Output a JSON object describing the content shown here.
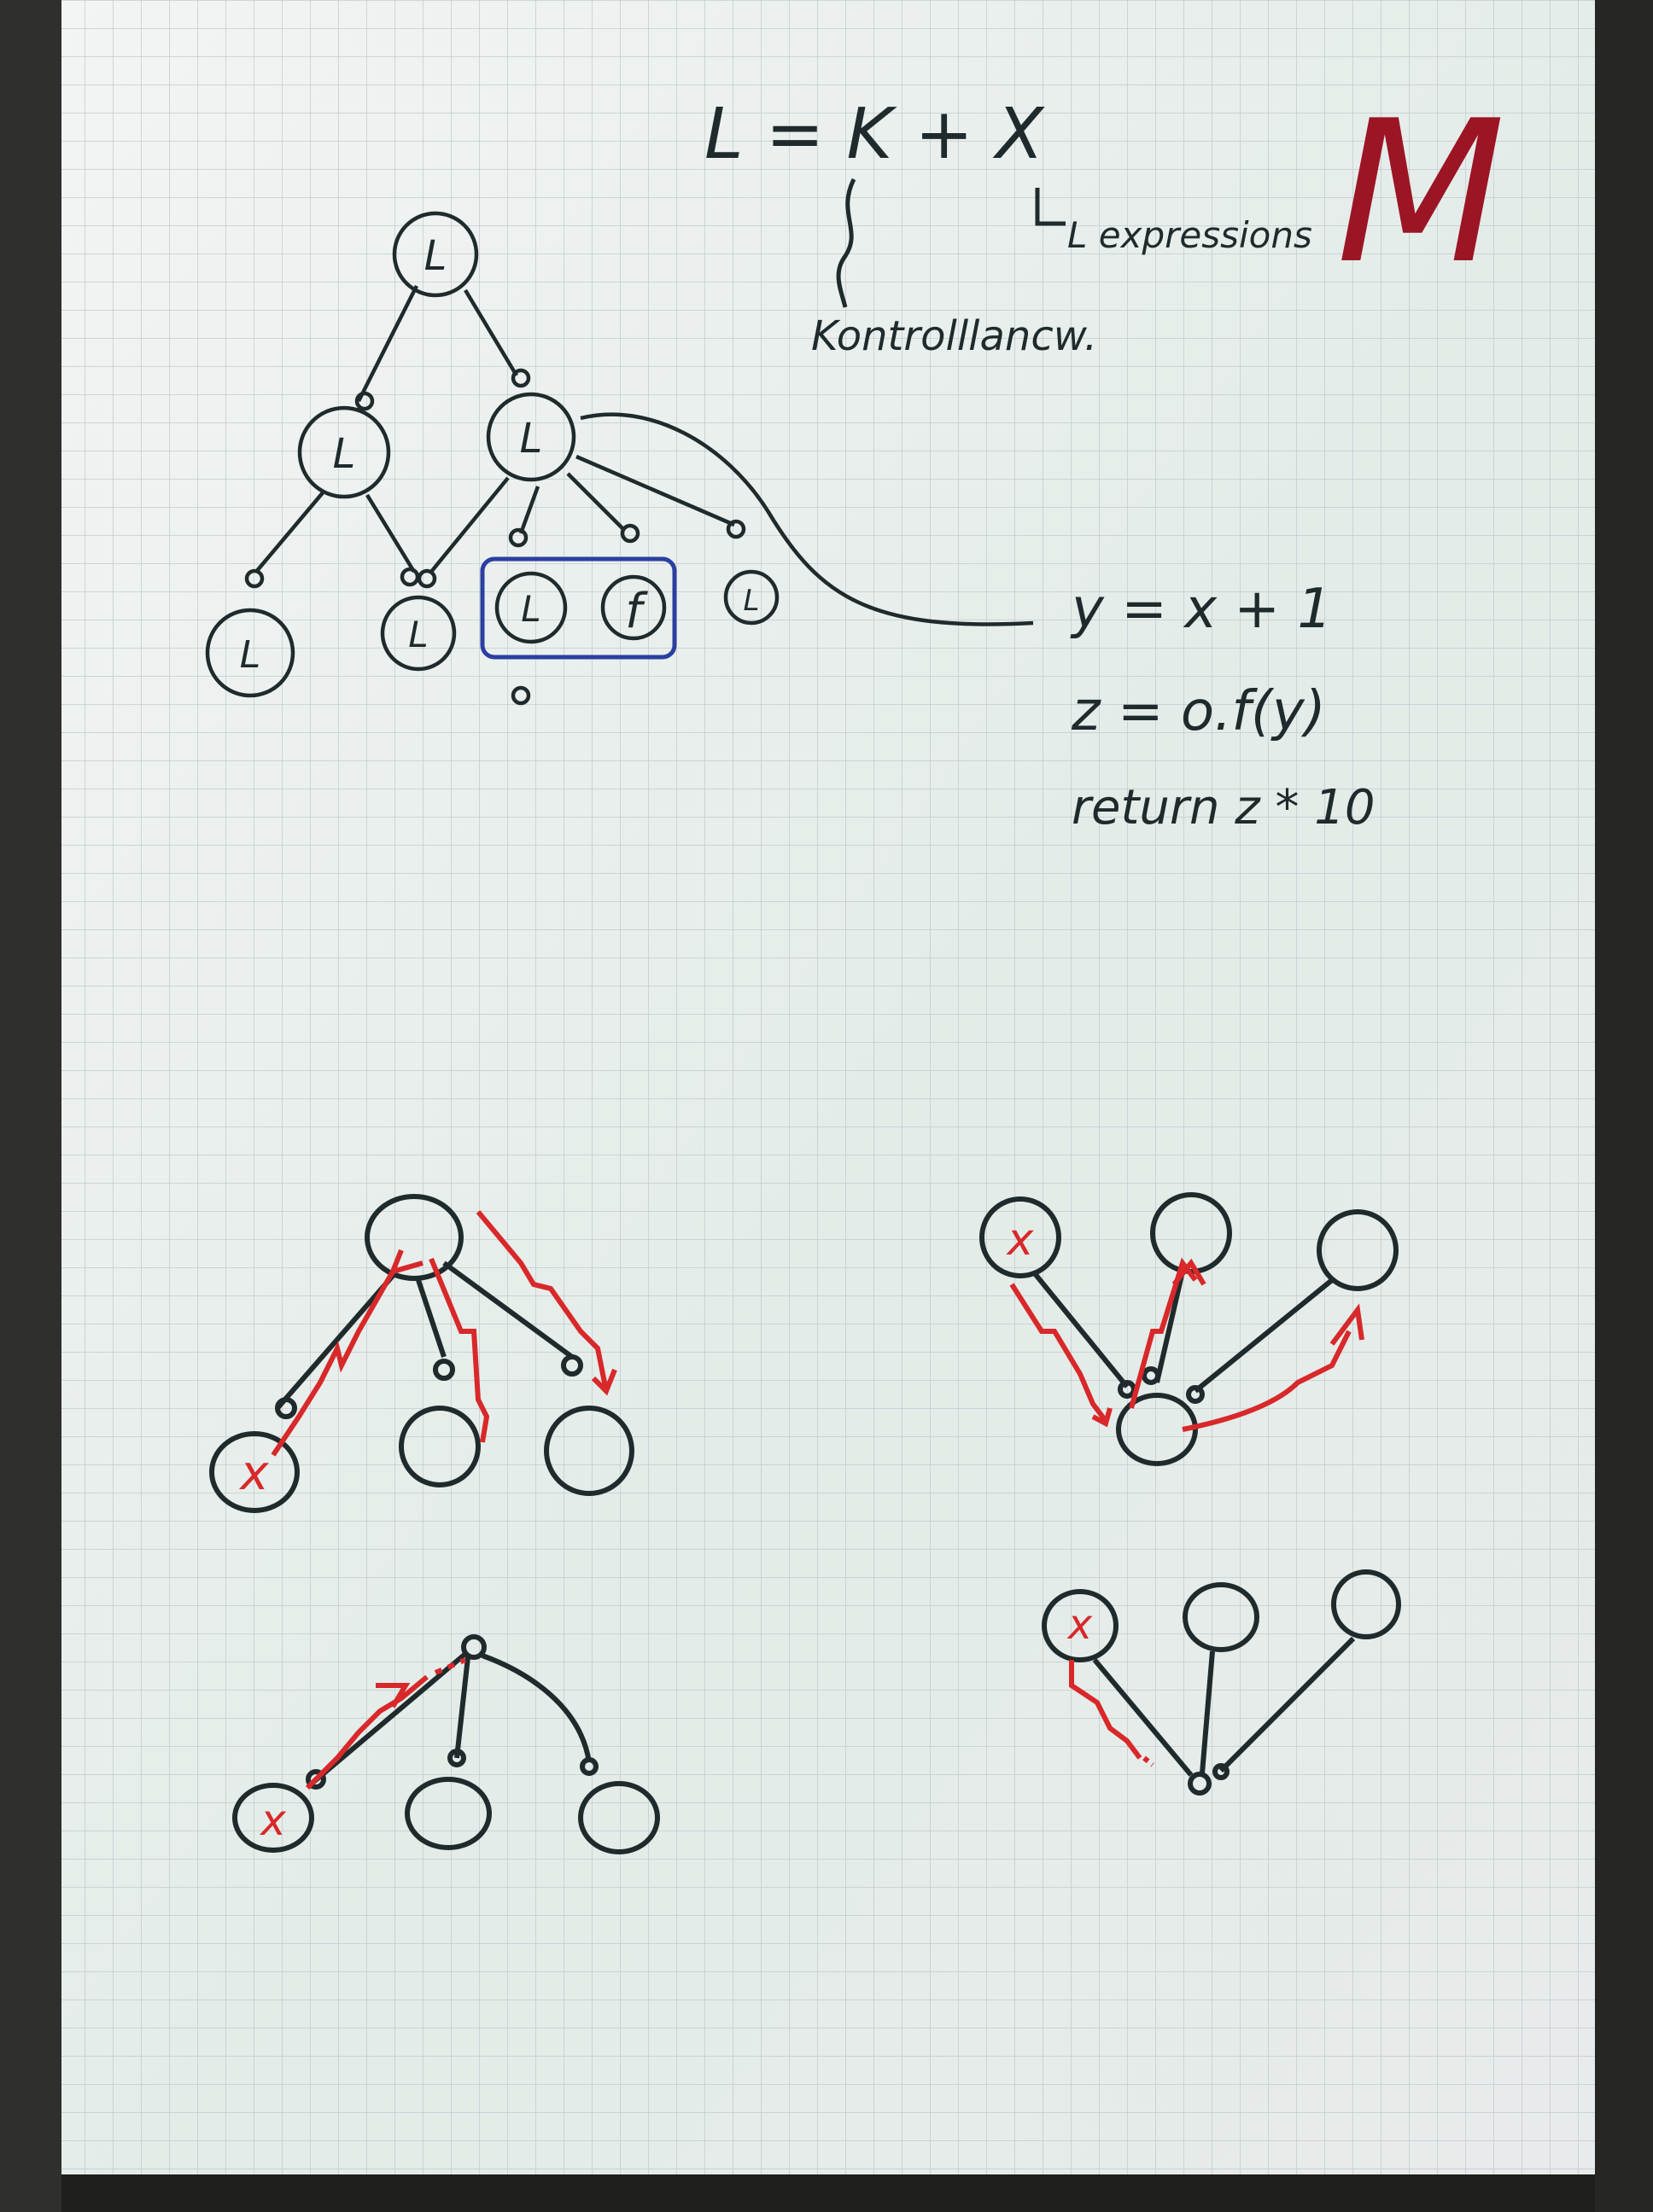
{
  "header": {
    "equation": "L = K + X",
    "expression_label": "L expressions",
    "control_label": "Kontrolllancw."
  },
  "logo": {
    "letter": "M",
    "color": "#9c1525"
  },
  "tree": {
    "node_label": "L",
    "function_label": "f"
  },
  "code": {
    "lines": [
      "y = x + 1",
      "z = o.f(y)",
      "return z * 10"
    ]
  },
  "small_diagrams": {
    "marker": "x"
  },
  "colors": {
    "ink": "#1f2a2c",
    "red": "#d8282a",
    "blue": "#2a3fa0",
    "paper": "#eef0ee",
    "grid": "#c4cad0"
  }
}
